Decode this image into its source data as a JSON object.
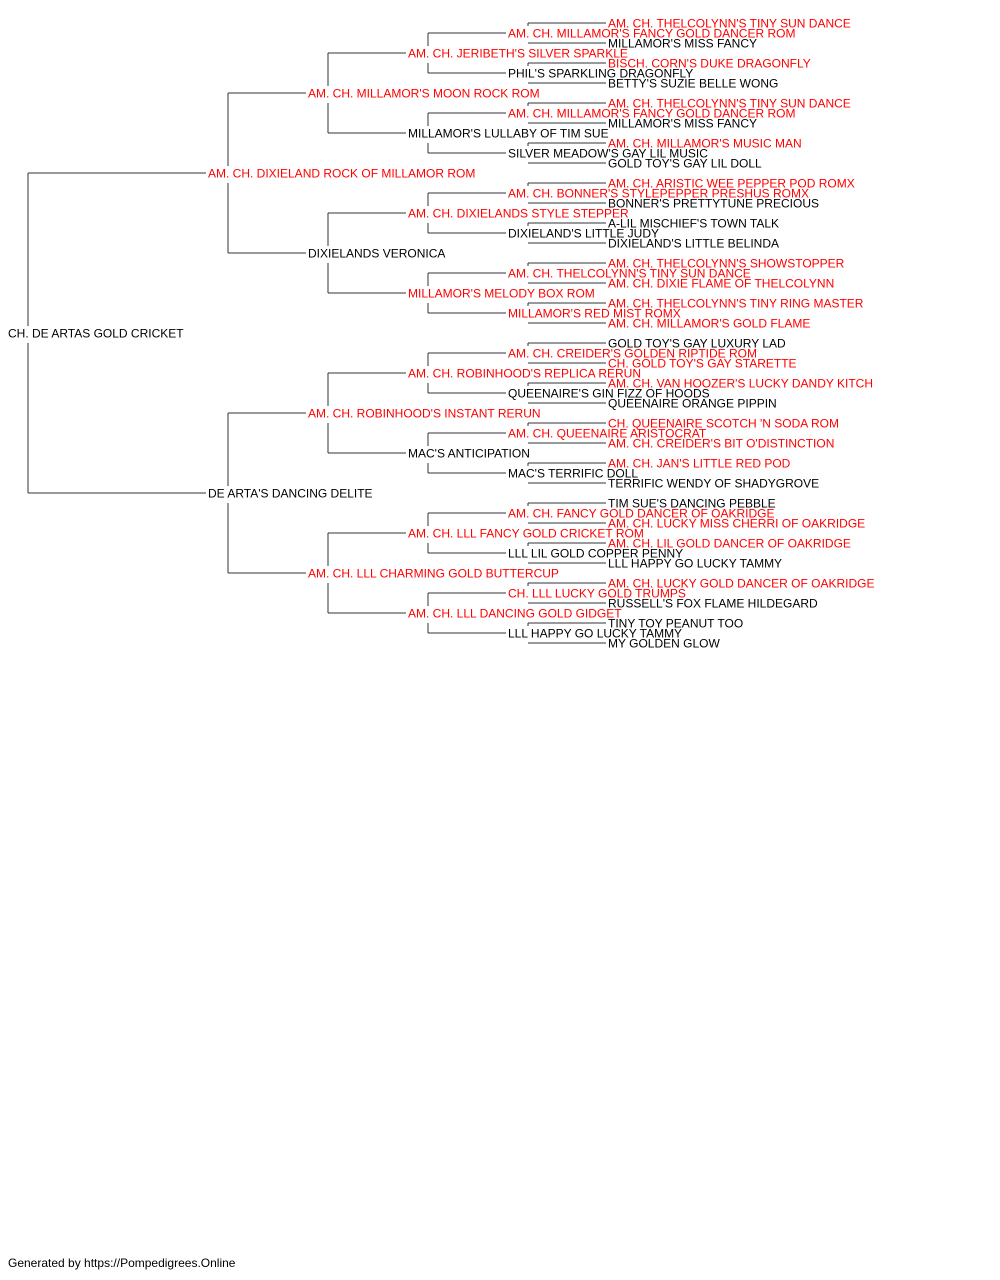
{
  "colors": {
    "champion": "#ff0000",
    "normal": "#000000",
    "line": "#333333"
  },
  "pedigree": {
    "name": "CH. DE ARTAS GOLD CRICKET",
    "champion": false,
    "sire": {
      "name": "AM. CH. DIXIELAND ROCK OF MILLAMOR ROM",
      "champion": true,
      "sire": {
        "name": "AM. CH. MILLAMOR'S MOON ROCK ROM",
        "champion": true,
        "sire": {
          "name": "AM. CH. JERIBETH'S SILVER SPARKLE",
          "champion": true,
          "sire": {
            "name": "AM. CH. MILLAMOR'S FANCY GOLD DANCER ROM",
            "champion": true,
            "sire": {
              "name": "AM. CH. THELCOLYNN'S TINY SUN DANCE",
              "champion": true
            },
            "dam": {
              "name": "MILLAMOR'S MISS FANCY",
              "champion": false
            }
          },
          "dam": {
            "name": "PHIL'S SPARKLING DRAGONFLY",
            "champion": false,
            "sire": {
              "name": "BISCH. CORN'S DUKE DRAGONFLY",
              "champion": true
            },
            "dam": {
              "name": "BETTY'S SUZIE BELLE WONG",
              "champion": false
            }
          }
        },
        "dam": {
          "name": "MILLAMOR'S LULLABY OF TIM SUE",
          "champion": false,
          "sire": {
            "name": "AM. CH. MILLAMOR'S FANCY GOLD DANCER ROM",
            "champion": true,
            "sire": {
              "name": "AM. CH. THELCOLYNN'S TINY SUN DANCE",
              "champion": true
            },
            "dam": {
              "name": "MILLAMOR'S MISS FANCY",
              "champion": false
            }
          },
          "dam": {
            "name": "SILVER MEADOW'S GAY LIL MUSIC",
            "champion": false,
            "sire": {
              "name": "AM. CH. MILLAMOR'S MUSIC MAN",
              "champion": true
            },
            "dam": {
              "name": "GOLD TOY'S GAY LIL DOLL",
              "champion": false
            }
          }
        }
      },
      "dam": {
        "name": "DIXIELANDS VERONICA",
        "champion": false,
        "sire": {
          "name": "AM. CH. DIXIELANDS STYLE STEPPER",
          "champion": true,
          "sire": {
            "name": "AM. CH. BONNER'S STYLEPEPPER PRESHUS ROMX",
            "champion": true,
            "sire": {
              "name": "AM. CH. ARISTIC WEE PEPPER POD ROMX",
              "champion": true
            },
            "dam": {
              "name": "BONNER'S PRETTYTUNE PRECIOUS",
              "champion": false
            }
          },
          "dam": {
            "name": "DIXIELAND'S LITTLE JUDY",
            "champion": false,
            "sire": {
              "name": "A-LIL MISCHIEF'S TOWN TALK",
              "champion": false
            },
            "dam": {
              "name": "DIXIELAND'S LITTLE BELINDA",
              "champion": false
            }
          }
        },
        "dam": {
          "name": "MILLAMOR'S MELODY BOX ROM",
          "champion": true,
          "sire": {
            "name": "AM. CH. THELCOLYNN'S TINY SUN DANCE",
            "champion": true,
            "sire": {
              "name": "AM. CH. THELCOLYNN'S SHOWSTOPPER",
              "champion": true
            },
            "dam": {
              "name": "AM. CH. DIXIE FLAME OF THELCOLYNN",
              "champion": true
            }
          },
          "dam": {
            "name": "MILLAMOR'S RED MIST ROMX",
            "champion": true,
            "sire": {
              "name": "AM. CH. THELCOLYNN'S TINY RING MASTER",
              "champion": true
            },
            "dam": {
              "name": "AM. CH. MILLAMOR'S GOLD FLAME",
              "champion": true
            }
          }
        }
      }
    },
    "dam": {
      "name": "DE ARTA'S DANCING DELITE",
      "champion": false,
      "sire": {
        "name": "AM. CH. ROBINHOOD'S INSTANT RERUN",
        "champion": true,
        "sire": {
          "name": "AM. CH. ROBINHOOD'S REPLICA RERUN",
          "champion": true,
          "sire": {
            "name": "AM. CH. CREIDER'S GOLDEN RIPTIDE ROM",
            "champion": true,
            "sire": {
              "name": "GOLD TOY'S GAY LUXURY LAD",
              "champion": false
            },
            "dam": {
              "name": "CH. GOLD TOY'S GAY STARETTE",
              "champion": true
            }
          },
          "dam": {
            "name": "QUEENAIRE'S GIN FIZZ OF HOODS",
            "champion": false,
            "sire": {
              "name": "AM. CH. VAN HOOZER'S LUCKY DANDY KITCH",
              "champion": true
            },
            "dam": {
              "name": "QUEENAIRE ORANGE PIPPIN",
              "champion": false
            }
          }
        },
        "dam": {
          "name": "MAC'S ANTICIPATION",
          "champion": false,
          "sire": {
            "name": "AM. CH. QUEENAIRE ARISTOCRAT",
            "champion": true,
            "sire": {
              "name": "CH. QUEENAIRE SCOTCH 'N SODA ROM",
              "champion": true
            },
            "dam": {
              "name": "AM. CH. CREIDER'S BIT O'DISTINCTION",
              "champion": true
            }
          },
          "dam": {
            "name": "MAC'S TERRIFIC DOLL",
            "champion": false,
            "sire": {
              "name": "AM. CH. JAN'S LITTLE RED POD",
              "champion": true
            },
            "dam": {
              "name": "TERRIFIC WENDY OF SHADYGROVE",
              "champion": false
            }
          }
        }
      },
      "dam": {
        "name": "AM. CH. LLL CHARMING GOLD BUTTERCUP",
        "champion": true,
        "sire": {
          "name": "AM. CH. LLL FANCY GOLD CRICKET ROM",
          "champion": true,
          "sire": {
            "name": "AM. CH. FANCY GOLD DANCER OF OAKRIDGE",
            "champion": true,
            "sire": {
              "name": "TIM SUE'S DANCING PEBBLE",
              "champion": false
            },
            "dam": {
              "name": "AM. CH. LUCKY MISS CHERRI OF OAKRIDGE",
              "champion": true
            }
          },
          "dam": {
            "name": "LLL LIL GOLD COPPER PENNY",
            "champion": false,
            "sire": {
              "name": "AM. CH. LIL GOLD DANCER OF OAKRIDGE",
              "champion": true
            },
            "dam": {
              "name": "LLL HAPPY GO LUCKY TAMMY",
              "champion": false
            }
          }
        },
        "dam": {
          "name": "AM. CH. LLL DANCING GOLD GIDGET",
          "champion": true,
          "sire": {
            "name": "CH. LLL LUCKY GOLD TRUMPS",
            "champion": true,
            "sire": {
              "name": "AM. CH. LUCKY GOLD DANCER OF OAKRIDGE",
              "champion": true
            },
            "dam": {
              "name": "RUSSELL'S FOX FLAME HILDEGARD",
              "champion": false
            }
          },
          "dam": {
            "name": "LLL HAPPY GO LUCKY TAMMY",
            "champion": false,
            "sire": {
              "name": "TINY TOY PEANUT TOO",
              "champion": false
            },
            "dam": {
              "name": "MY GOLDEN GLOW",
              "champion": false
            }
          }
        }
      }
    }
  },
  "footer": {
    "text": "Generated by https://Pompedigrees.Online"
  }
}
